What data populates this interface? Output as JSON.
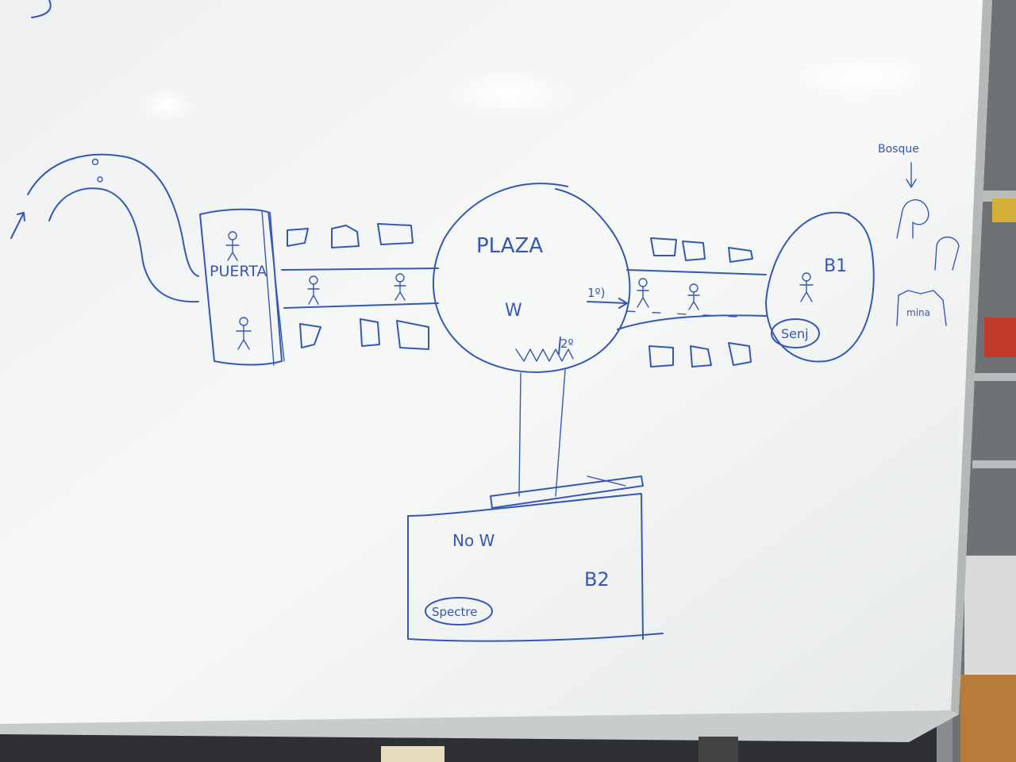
{
  "labels": {
    "puerta": "PUERTA",
    "plaza": "PLAZA",
    "plaza_w": "W",
    "first_exit": "1º)",
    "second_exit": "2º",
    "b1": "B1",
    "senj": "Senj",
    "bosque": "Bosque",
    "mina": "mina",
    "no_w": "No W",
    "b2": "B2",
    "spectre": "Spectre"
  },
  "colors": {
    "ink": "#3557b8",
    "board": "#f3f5f4",
    "frame": "#c9cccd"
  }
}
